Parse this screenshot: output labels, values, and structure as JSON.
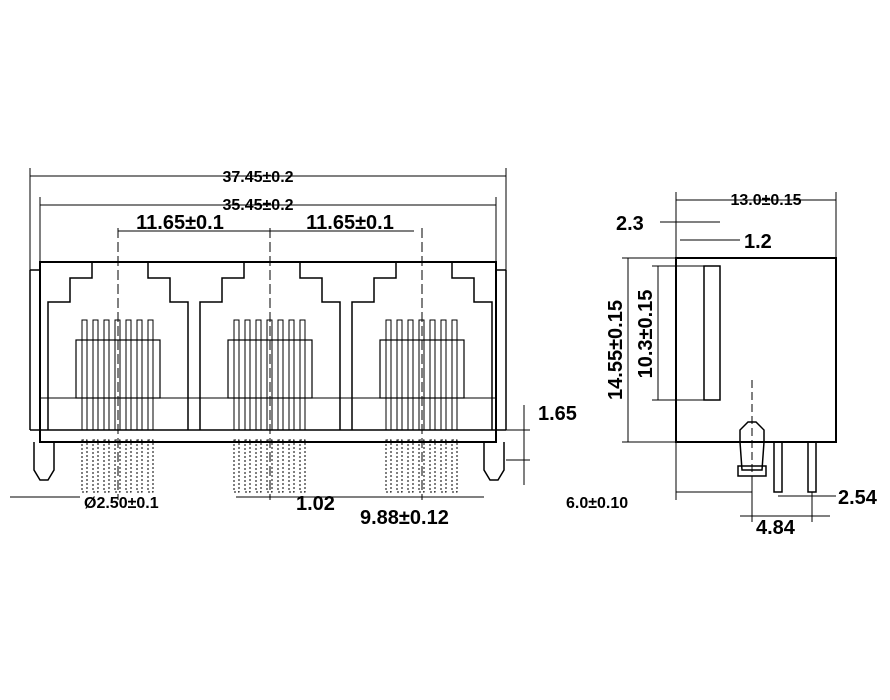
{
  "drawing": {
    "front_view": {
      "overall_width": "37.45±0.2",
      "body_width": "35.45±0.2",
      "pitch_left": "11.65±0.1",
      "pitch_right": "11.65±0.1",
      "post_height": "1.65",
      "post_diameter": "Ø2.50±0.1",
      "pin_pitch": "1.02",
      "pin_offset": "9.88±0.12"
    },
    "side_view": {
      "depth": "13.0±0.15",
      "offset_a": "2.3",
      "offset_b": "1.2",
      "height_total": "14.55±0.15",
      "height_window": "10.3±0.15",
      "post_offset": "6.0±0.10",
      "row_spacing": "4.84",
      "pin_spacing": "2.54"
    }
  }
}
